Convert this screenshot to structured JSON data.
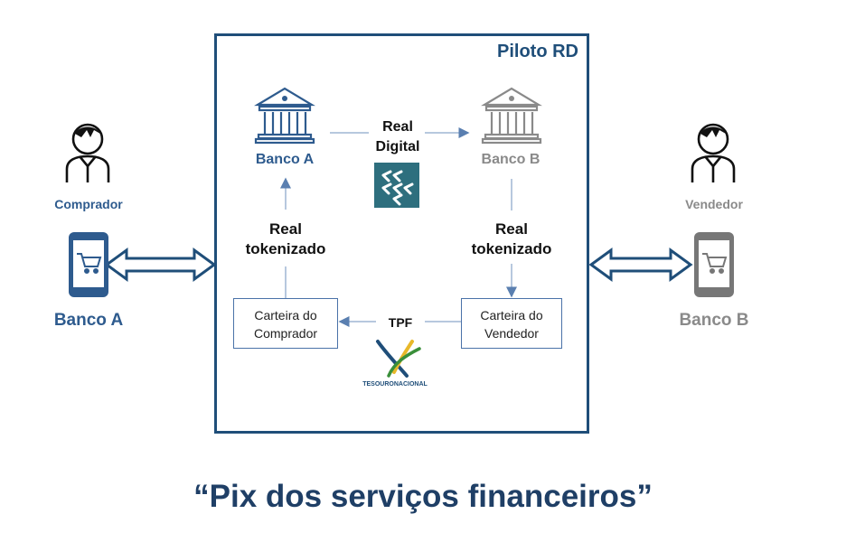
{
  "diagram": {
    "box_title": "Piloto RD",
    "bank_a_label": "Banco A",
    "bank_b_label": "Banco B",
    "real_digital_line1": "Real",
    "real_digital_line2": "Digital",
    "tokenized_left_line1": "Real",
    "tokenized_left_line2": "tokenizado",
    "tokenized_right_line1": "Real",
    "tokenized_right_line2": "tokenizado",
    "wallet_buyer_line1": "Carteira do",
    "wallet_buyer_line2": "Comprador",
    "wallet_seller_line1": "Carteira do",
    "wallet_seller_line2": "Vendedor",
    "tpf_label": "TPF",
    "tesouro_logo_text": "TESOURONACIONAL"
  },
  "buyer": {
    "role": "Comprador",
    "bank": "Banco A"
  },
  "seller": {
    "role": "Vendedor",
    "bank": "Banco B"
  },
  "footer": {
    "caption": "“Pix dos serviços financeiros”"
  },
  "colors": {
    "primary_blue": "#1f4e79",
    "bank_a_blue": "#2e5b8e",
    "gray": "#8a8a8a",
    "arrow_blue": "#5a7fb0",
    "real_digital_teal": "#2e6f7e"
  }
}
